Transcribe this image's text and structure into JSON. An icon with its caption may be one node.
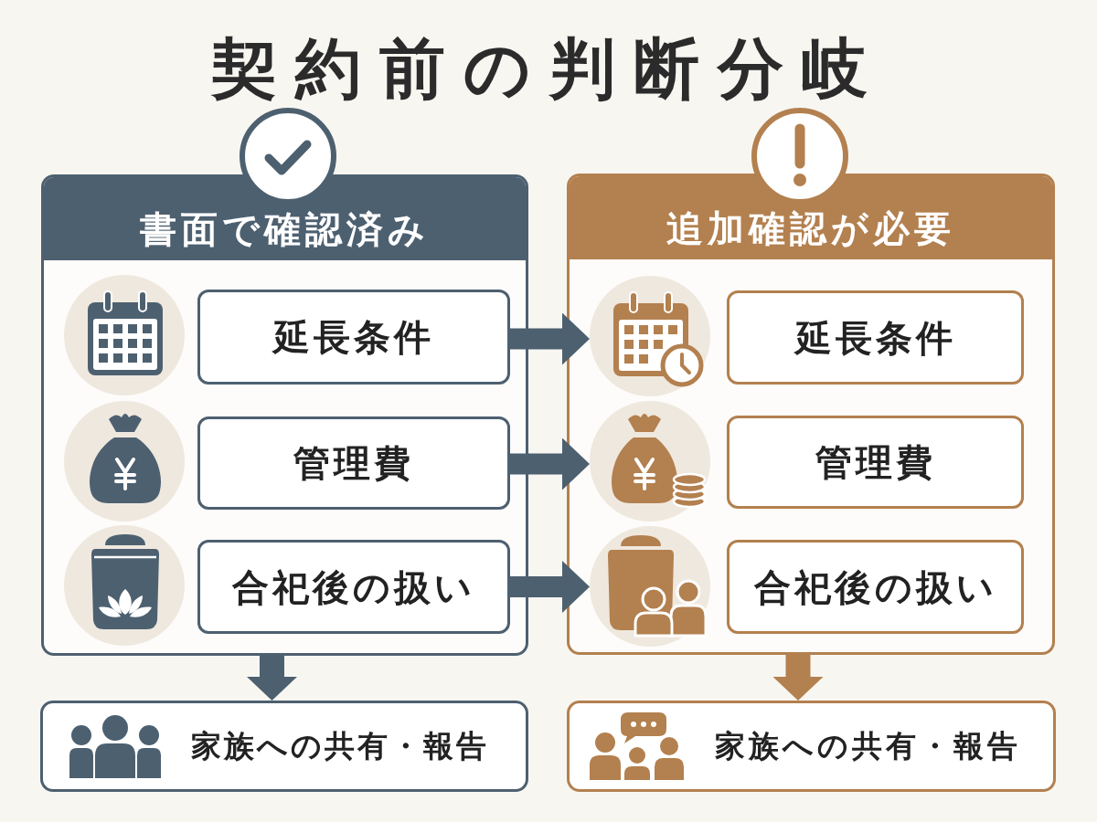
{
  "diagram": {
    "title": "契約前の判断分岐",
    "nodes": [
      {
        "text": [
          "書面で確認済み"
        ]
      },
      {
        "text": [
          "延長条件"
        ],
        "in": 0
      },
      {
        "text": [
          "管理費"
        ],
        "in": 0
      },
      {
        "text": [
          "合祀後の扱い"
        ],
        "in": 0
      },
      {
        "text": [
          "追加確認が必要"
        ]
      },
      {
        "text": [],
        "shape": "picture",
        "in": 4
      },
      {
        "text": [
          "延長条件"
        ],
        "in": 4
      },
      {
        "text": [],
        "shape": "picture",
        "in": 4
      },
      {
        "text": [
          "管理費"
        ],
        "in": 4
      },
      {
        "text": [],
        "shape": "picture",
        "in": 4
      },
      {
        "text": [
          "合祀後の扱い"
        ],
        "in": 4
      },
      {
        "text": [
          "家族への共有・報告"
        ]
      },
      {
        "text": [
          "家族への共有・報告"
        ]
      }
    ],
    "edges": [
      {
        "from": 1,
        "to": 5,
        "arrow": "to"
      },
      {
        "from": 2,
        "to": 7,
        "arrow": "to"
      },
      {
        "from": 3,
        "to": 9,
        "arrow": "to"
      },
      {
        "from": 0,
        "to": 11,
        "arrow": "to"
      },
      {
        "from": 4,
        "to": 12,
        "arrow": "to",
        "color": "#b3804f"
      }
    ]
  }
}
